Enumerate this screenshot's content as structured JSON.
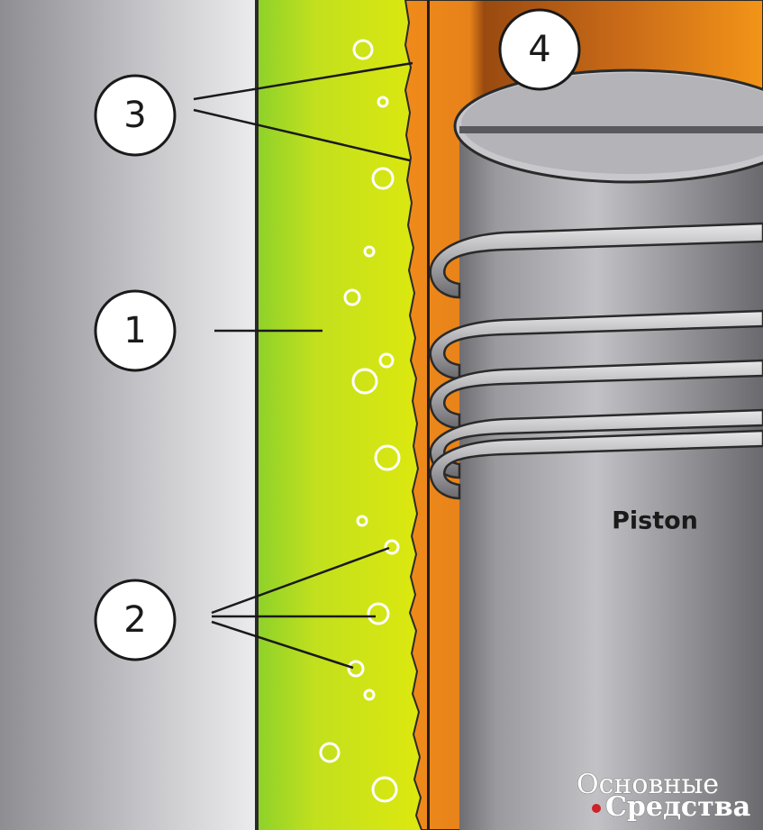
{
  "labels": {
    "callout_1": "1",
    "callout_2": "2",
    "callout_3": "3",
    "callout_4": "4",
    "piston": "Piston"
  },
  "watermark": {
    "line1": "Основные",
    "line2": "Средства"
  },
  "colors": {
    "cylinder_wall": "#d6d6d8",
    "coolant": "#c8e020",
    "liner": "#e6861a",
    "liner_dark": "#b85c10",
    "piston": "#8c8c90",
    "watermark_dot": "#d0202a"
  }
}
